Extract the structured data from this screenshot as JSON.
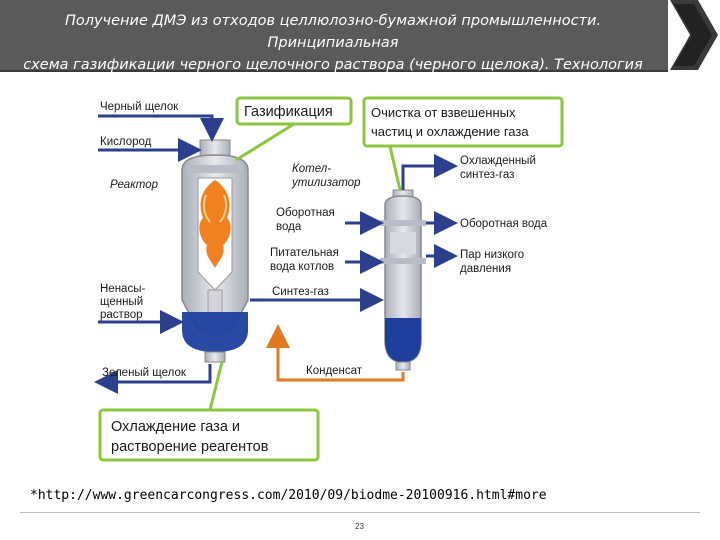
{
  "slide": {
    "title_line1": "Получение ДМЭ из отходов целлюлозно-бумажной промышленности. Принципиальная",
    "title_line2": "схема газификации черного щелочного раствора (черного щелока). Технология Chemrec*",
    "source": "*http://www.greencarcongress.com/2010/09/biodme-20100916.html#more",
    "page_number": "23"
  },
  "diagram": {
    "box_gasification": "Газификация",
    "box_cleaning_line1": "Очистка от взвешенных",
    "box_cleaning_line2": "частиц и охлаждение газа",
    "box_cooling_line1": "Охлаждение газа и",
    "box_cooling_line2": "растворение реагентов",
    "label_black_liquor": "Черный щелок",
    "label_oxygen": "Кислород",
    "label_reactor": "Реактор",
    "label_unsat_1": "Ненасы-",
    "label_unsat_2": "щенный",
    "label_unsat_3": "раствор",
    "label_green_liquor": "Зеленый щелок",
    "label_boiler_1": "Котел-",
    "label_boiler_2": "утилизатор",
    "label_circ_water_1": "Оборотная",
    "label_circ_water_2": "вода",
    "label_feed_water_1": "Питательная",
    "label_feed_water_2": "вода котлов",
    "label_syngas": "Синтез-газ",
    "label_condensate": "Конденсат",
    "label_cooled_syngas_1": "Охлажденный",
    "label_cooled_syngas_2": "синтез-газ",
    "label_circ_water_out": "Оборотная вода",
    "label_lp_steam_1": "Пар низкого",
    "label_lp_steam_2": "давления"
  },
  "colors": {
    "banner": "#5a5a5a",
    "box_border": "#8cc63f",
    "arrow_blue": "#2b3f8c",
    "arrow_orange": "#e07a1f",
    "vessel": "#c8ccd4",
    "liquid": "#1f3f9e",
    "flame": "#f08020"
  }
}
